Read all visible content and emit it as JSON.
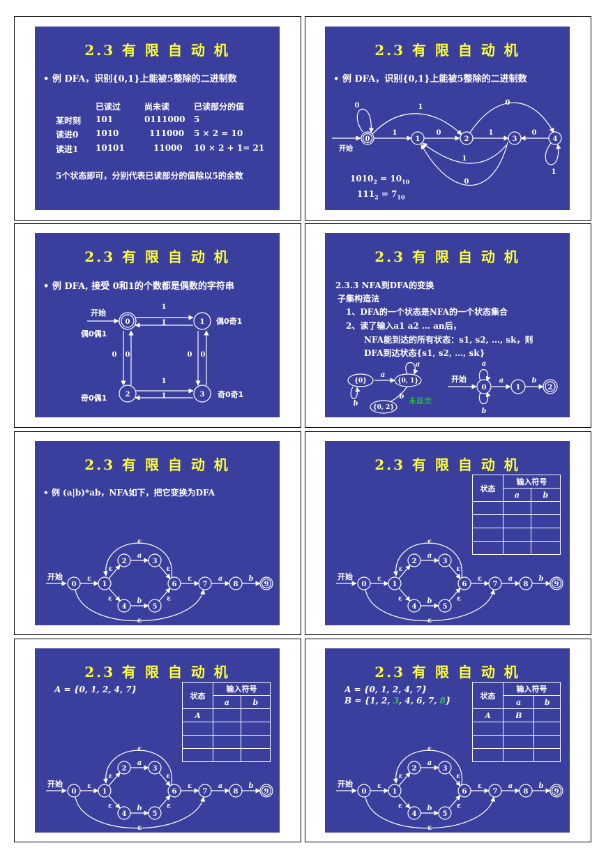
{
  "title": "2.3 有 限 自 动 机",
  "s1": {
    "bullet": "• 例 DFA，识别{0,1}上能被5整除的二进制数",
    "headers": [
      "已读过",
      "尚未读",
      "已读部分的值"
    ],
    "rows": [
      [
        "某时刻",
        "101",
        "0111000",
        "5"
      ],
      [
        "读进0",
        "1010",
        "111000",
        "5 × 2 = 10"
      ],
      [
        "读进1",
        "10101",
        "11000",
        "10 × 2 + 1= 21"
      ]
    ],
    "note": "5个状态即可，分别代表已读部分的值除以5的余数"
  },
  "s2": {
    "bullet": "• 例 DFA，识别{0,1}上能被5整除的二进制数",
    "start": "开始",
    "states": [
      "0",
      "1",
      "2",
      "3",
      "4"
    ],
    "labels": [
      "0",
      "1",
      "0",
      "1",
      "0",
      "1",
      "1",
      "0",
      "0",
      "1"
    ],
    "eq1_a": "1010",
    "eq1_b": "2",
    "eq1_c": " = 10",
    "eq1_d": "10",
    "eq2_a": "111",
    "eq2_b": "2",
    "eq2_c": " = 7",
    "eq2_d": "10"
  },
  "s3": {
    "bullet": "• 例 DFA, 接受 0和1的个数都是偶数的字符串",
    "start": "开始",
    "states": [
      "0",
      "1",
      "2",
      "3"
    ],
    "names": [
      "偶0偶1",
      "偶0奇1",
      "奇0偶1",
      "奇0奇1"
    ],
    "labels": [
      "1",
      "1",
      "1",
      "1",
      "0",
      "0",
      "0",
      "0"
    ]
  },
  "s4": {
    "heading": "2.3.3 NFA到DFA的变换",
    "line1": "子集构造法",
    "line2": "1、DFA的一个状态是NFA的一个状态集合",
    "line3": "2、读了输入a1 a2 … an后，",
    "line4": "NFA能到达的所有状态：s1, s2, …, sk，则",
    "line5": "DFA到达状态{s1, s2, …, sk}",
    "sets": [
      "{0}",
      "{0, 1}",
      "{0, 2}"
    ],
    "syms": [
      "a",
      "a",
      "b",
      "b"
    ],
    "unfinished": "未画完",
    "start": "开始",
    "states": [
      "0",
      "1",
      "2"
    ],
    "syms2": [
      "a",
      "b",
      "a",
      "b"
    ]
  },
  "s5": {
    "bullet": "• 例 (a|b)*ab，NFA如下，把它变换为DFA"
  },
  "nfa": {
    "start": "开始",
    "states": [
      "0",
      "1",
      "2",
      "3",
      "4",
      "5",
      "6",
      "7",
      "8",
      "9"
    ],
    "eps": "ε",
    "a": "a",
    "b": "b"
  },
  "table": {
    "state": "状态",
    "input": "输入符号",
    "a": "a",
    "b": "b"
  },
  "s7": {
    "setA": "A = {0, 1, 2, 4, 7}",
    "row1": "A"
  },
  "s8": {
    "setA": "A = {0, 1, 2, 4, 7}",
    "setB_1": "B = {1, 2, ",
    "setB_2": "3",
    "setB_3": ", 4, 6, 7, ",
    "setB_4": "8",
    "setB_5": "}",
    "row1a": "A",
    "row1b": "B"
  },
  "colors": {
    "slide": "#3a3f9e",
    "title": "#ffff33",
    "highlight": "#33cc33"
  }
}
